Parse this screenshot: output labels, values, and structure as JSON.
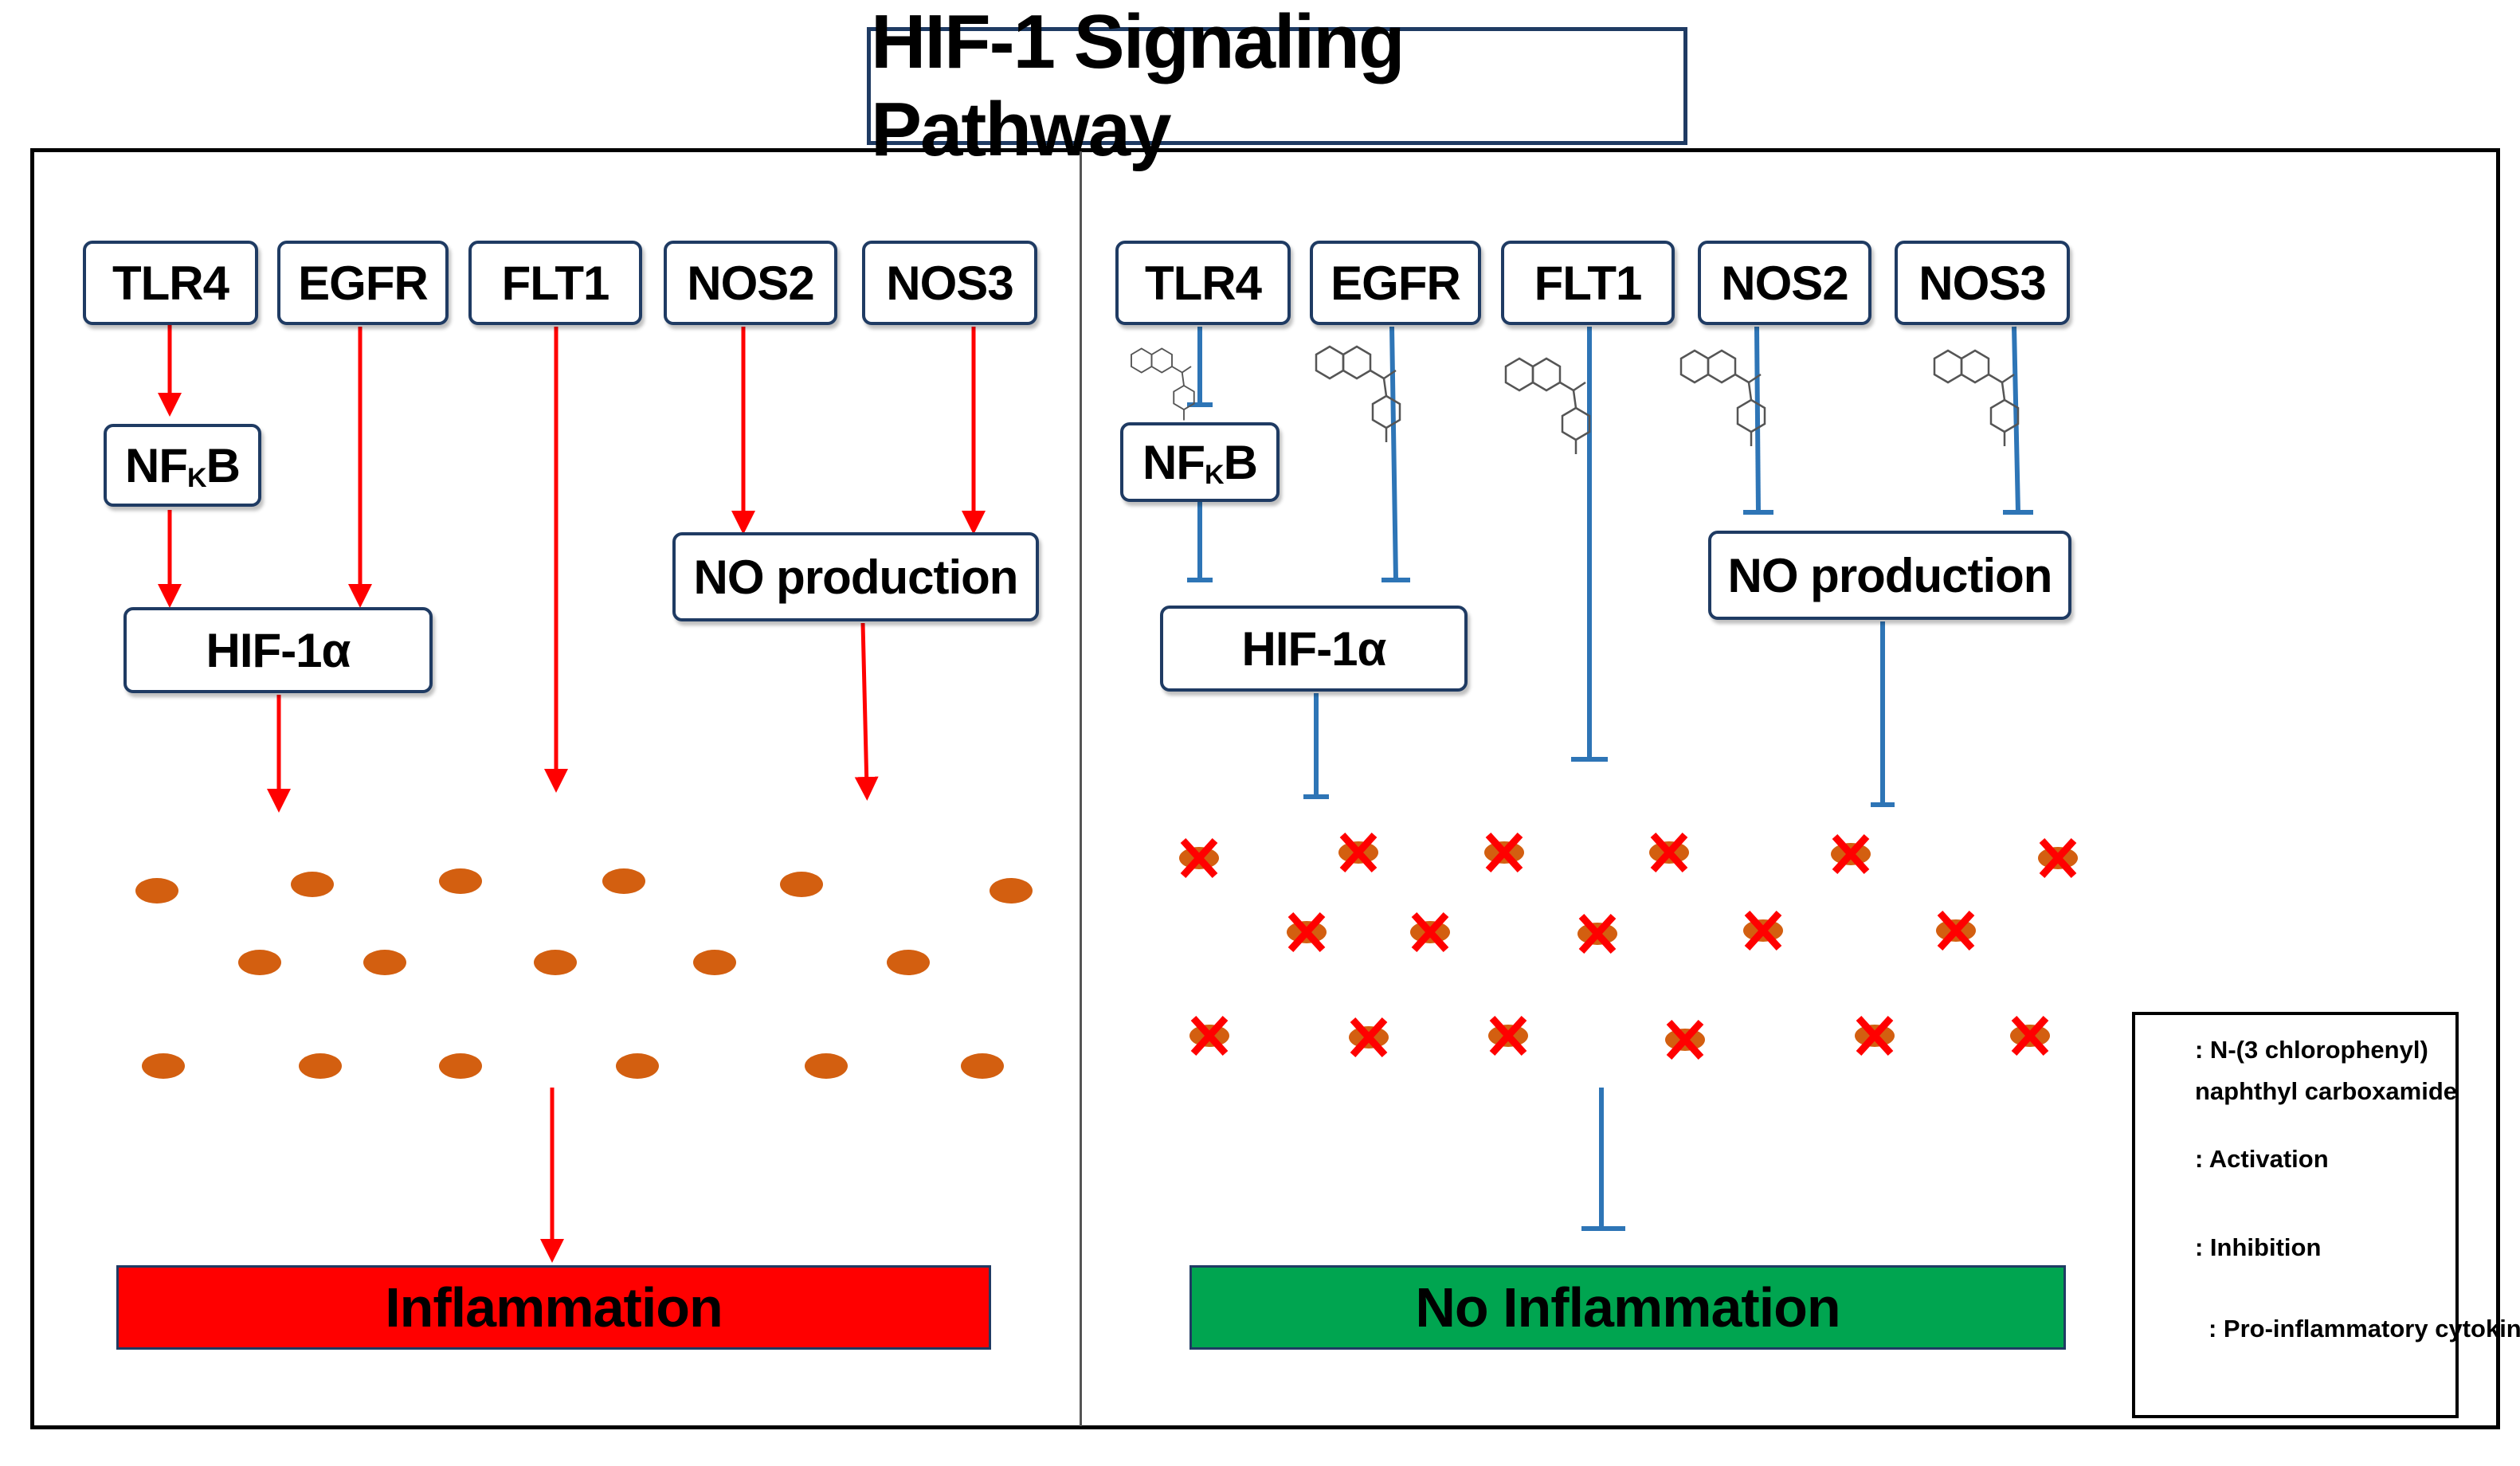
{
  "title": "HIF-1 Signaling Pathway",
  "left_panel": {
    "receptors": [
      "TLR4",
      "EGFR",
      "FLT1",
      "NOS2",
      "NOS3"
    ],
    "nfkb": {
      "main": "NF",
      "sub": "K",
      "tail": "B"
    },
    "hif": "HIF-1α",
    "no_production": "NO production",
    "outcome": "Inflammation",
    "outcome_color": "#ff0000"
  },
  "right_panel": {
    "receptors": [
      "TLR4",
      "EGFR",
      "FLT1",
      "NOS2",
      "NOS3"
    ],
    "nfkb": {
      "main": "NF",
      "sub": "K",
      "tail": "B"
    },
    "hif": "HIF-1α",
    "no_production": "NO production",
    "outcome": "No Inflammation",
    "outcome_color": "#00a550"
  },
  "legend": {
    "compound_line1": ": N-(3 chlorophenyl)",
    "compound_line2": "naphthyl carboxamide",
    "activation": ": Activation",
    "inhibition": ": Inhibition",
    "cytokine": ": Pro-inflammatory cytokine"
  },
  "colors": {
    "activation": "#ff0000",
    "inhibition": "#2e75b6",
    "cytokine": "#d35f10",
    "cross": "#ff0000",
    "box_border": "#1f3b63"
  },
  "icons": {
    "activation": "red-arrow-icon",
    "inhibition": "blue-t-bar-icon",
    "compound": "chemical-structure-icon",
    "cytokine": "orange-ellipse-icon",
    "blocked": "red-x-icon"
  }
}
